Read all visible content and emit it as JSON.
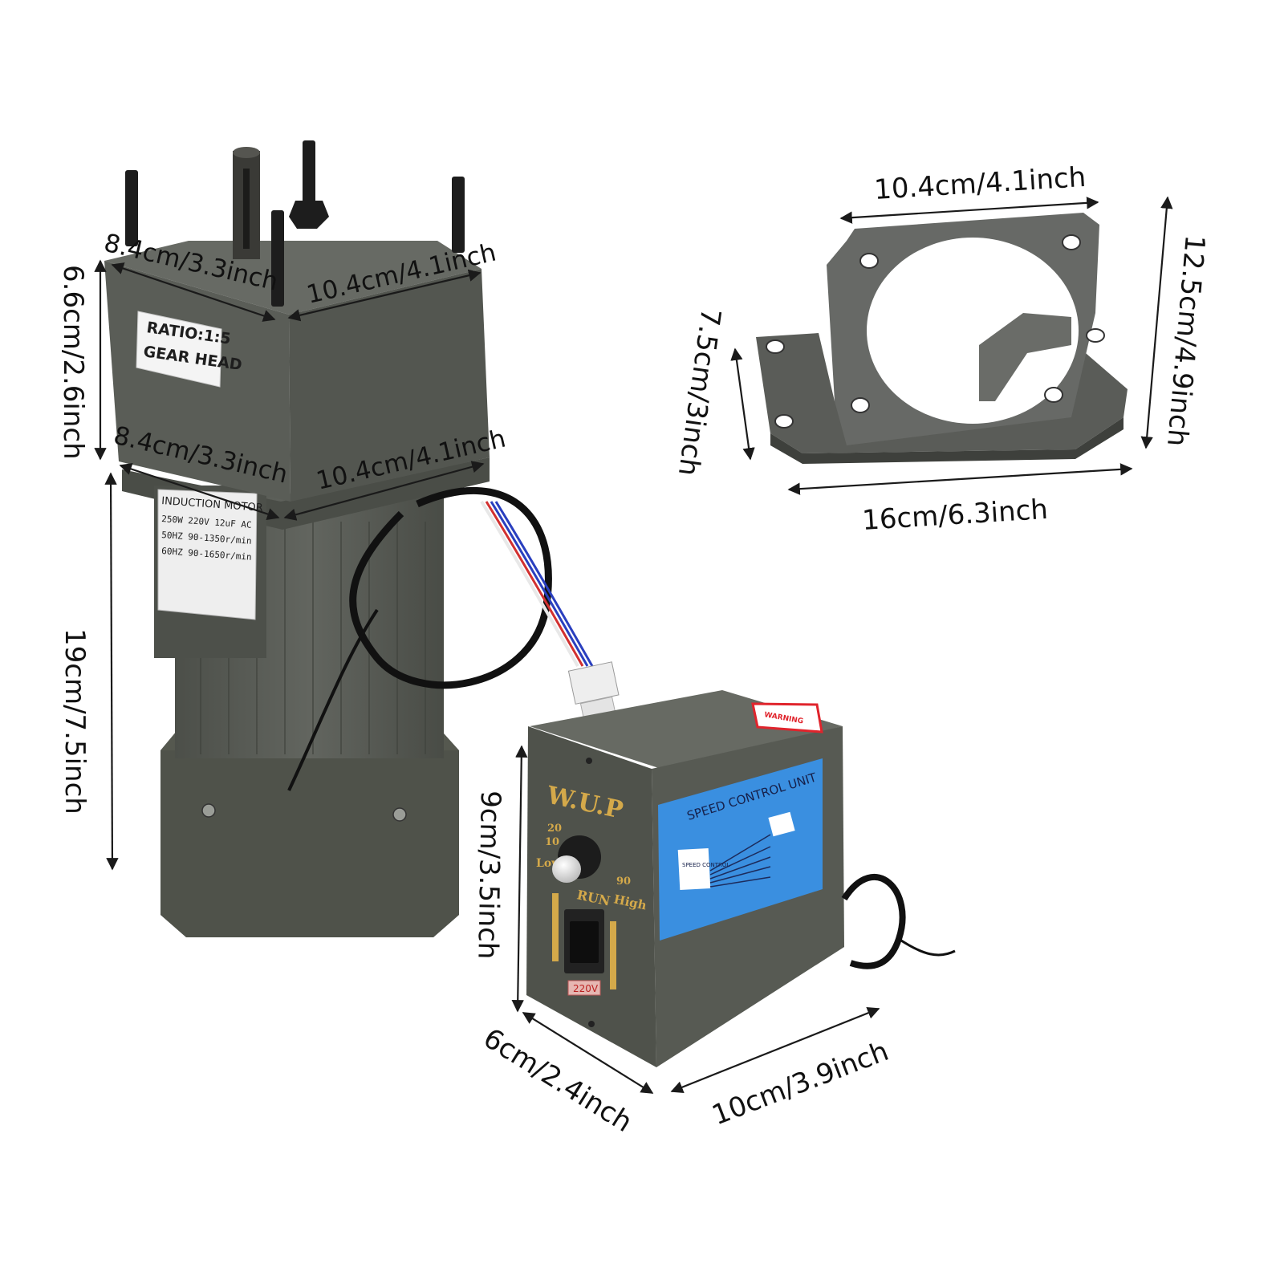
{
  "colors": {
    "body": "#5a5d58",
    "body_dark": "#45483f",
    "body_light": "#70736d",
    "label_panel": "#3a8fe0",
    "gold": "#d4a94a",
    "warning": "#e0242c"
  },
  "motor": {
    "gearhead_top_depth": "8.4cm/3.3inch",
    "gearhead_top_width": "10.4cm/4.1inch",
    "gearhead_height": "6.6cm/2.6inch",
    "motor_depth": "8.4cm/3.3inch",
    "motor_width": "10.4cm/4.1inch",
    "motor_height": "19cm/7.5inch",
    "gear_label": {
      "line1": "RATIO:1:5",
      "line2": "GEAR HEAD"
    },
    "nameplate": {
      "line1": "INDUCTION MOTOR",
      "line2": "250W  220V  12uF  AC",
      "line3": "50HZ  90-1350r/min",
      "line4": "60HZ  90-1650r/min"
    }
  },
  "bracket": {
    "top_width": "10.4cm/4.1inch",
    "height": "12.5cm/4.9inch",
    "side_height": "7.5cm/3inch",
    "base_length": "16cm/6.3inch"
  },
  "controller": {
    "height": "9cm/3.5inch",
    "depth": "6cm/2.4inch",
    "width": "10cm/3.9inch",
    "brand": "W.U.P",
    "dial_labels": [
      "20",
      "10",
      "Low",
      "90",
      "High"
    ],
    "run_label": "RUN",
    "voltage_label": "220V",
    "panel_title": "SPEED CONTROL UNIT",
    "panel_box_label": "SPEED CONTROL",
    "warning_label": "WARNING"
  }
}
